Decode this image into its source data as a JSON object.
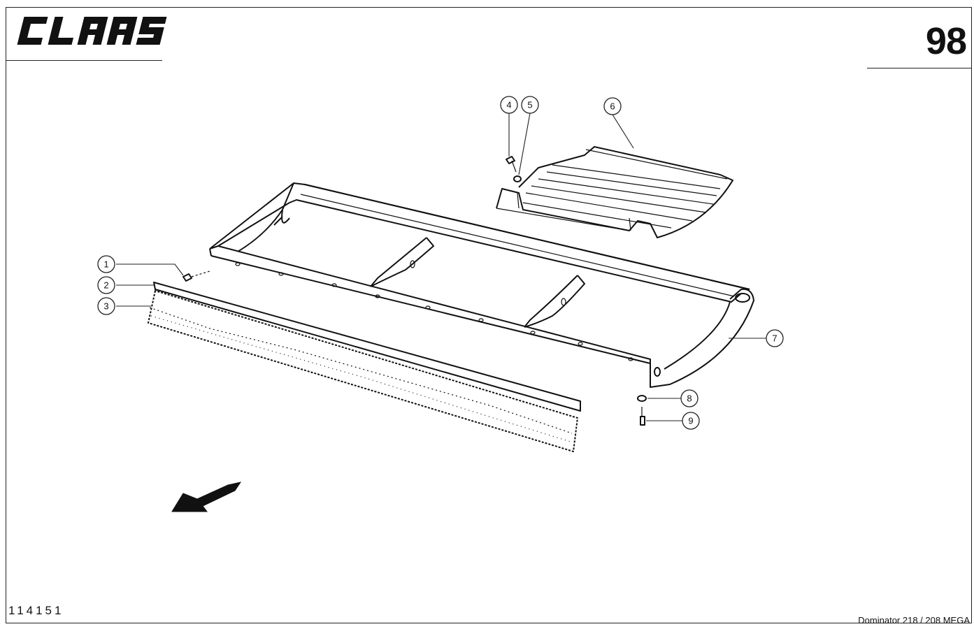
{
  "brand": {
    "logo_text": "CLAAS"
  },
  "header": {
    "page_number": "98"
  },
  "footer": {
    "drawing_id": "114151",
    "model": "Dominator 218 / 208 MEGA"
  },
  "callouts": [
    "1",
    "2",
    "3",
    "4",
    "5",
    "6",
    "7",
    "8",
    "9"
  ]
}
